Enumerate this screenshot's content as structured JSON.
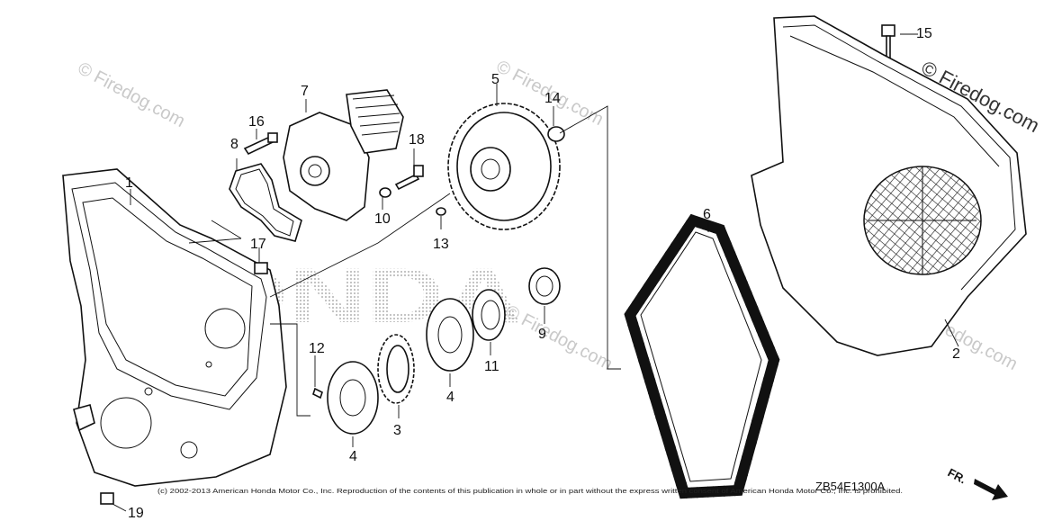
{
  "diagram": {
    "callouts": {
      "c1": "1",
      "c2": "2",
      "c3": "3",
      "c4a": "4",
      "c4b": "4",
      "c5": "5",
      "c6": "6",
      "c7": "7",
      "c8": "8",
      "c9": "9",
      "c10": "10",
      "c11": "11",
      "c12": "12",
      "c13": "13",
      "c14": "14",
      "c15": "15",
      "c16": "16",
      "c17": "17",
      "c18": "18",
      "c19": "19"
    },
    "diagram_code": "ZB54E1300A",
    "direction_label": "FR.",
    "copyright": "(c) 2002-2013 American Honda Motor Co., Inc. Reproduction of the contents of this publication in whole or in part without the express written consent of American Honda Motor Co., Inc. is prohibited.",
    "watermark": "© Firedog.com",
    "brand_backdrop": "HONDA"
  }
}
